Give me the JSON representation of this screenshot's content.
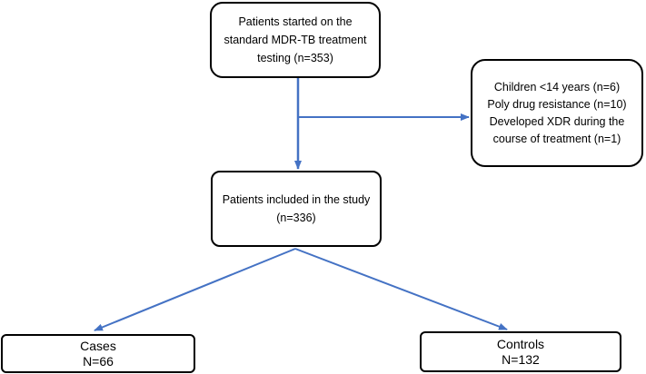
{
  "diagram": {
    "nodes": {
      "started": {
        "text": "Patients started on the\nstandard MDR-TB treatment\ntesting (n=353)"
      },
      "excluded": {
        "text": "Children <14 years (n=6)\nPoly drug resistance (n=10)\nDeveloped XDR during the\ncourse of treatment (n=1)"
      },
      "included": {
        "text": "Patients included in the study\n(n=336)"
      },
      "cases": {
        "text": "Cases\nN=66"
      },
      "controls": {
        "text": "Controls\nN=132"
      }
    },
    "edges": [
      {
        "from": "started",
        "to": "included"
      },
      {
        "from": "started",
        "to": "excluded"
      },
      {
        "from": "included",
        "to": "cases"
      },
      {
        "from": "included",
        "to": "controls"
      }
    ],
    "colors": {
      "arrow": "#4472C4",
      "border": "#000000",
      "background": "#ffffff"
    }
  }
}
